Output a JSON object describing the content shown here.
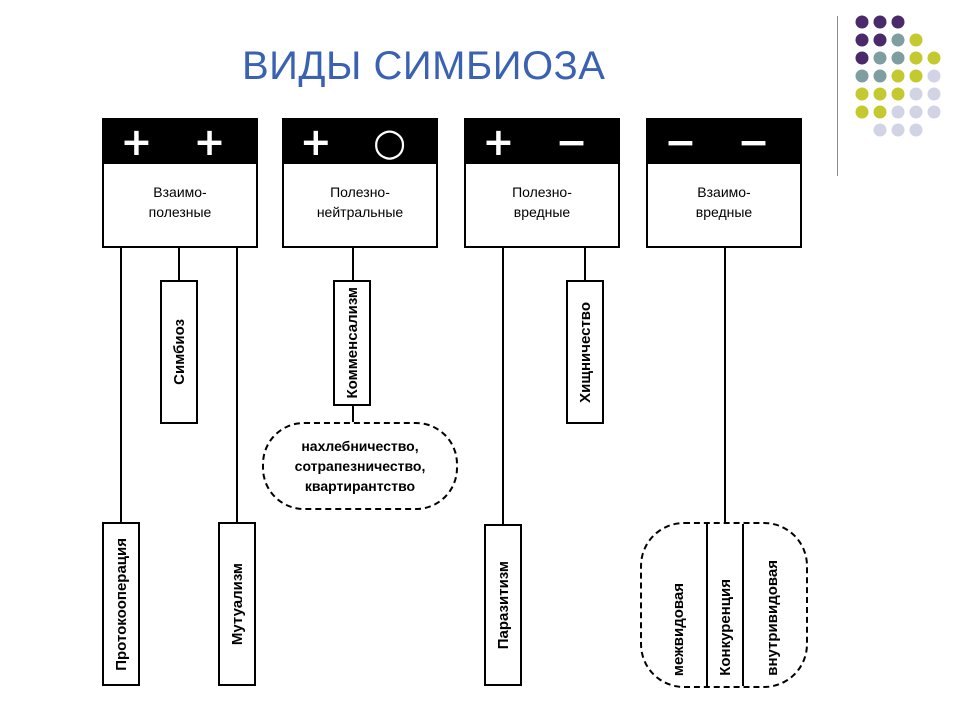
{
  "title": "ВИДЫ СИМБИОЗА",
  "categories": [
    {
      "signs": "+ +",
      "name": "Взаимо-\nполезные"
    },
    {
      "signs": "+ ○",
      "name": "Полезно-\nнейтральные"
    },
    {
      "signs": "+ −",
      "name": "Полезно-\nвредные"
    },
    {
      "signs": "− −",
      "name": "Взаимо-\nвредные"
    }
  ],
  "forms": {
    "symbiosis": "Симбиоз",
    "protocooperation": "Протокооперация",
    "mutualism": "Мутуализм",
    "commensalism": "Комменсализм",
    "commensalism_types": [
      "нахлебничество,",
      "сотрапезничество,",
      "квартирантство"
    ],
    "predation": "Хищничество",
    "parasitism": "Паразитизм",
    "competition": "Конкуренция",
    "interspecific": "межвидовая",
    "intraspecific": "внутривидовая"
  },
  "decor_colors": {
    "purple": "#4b2a6b",
    "teal": "#7f9ea0",
    "yellow": "#c3c92e",
    "lavender": "#d3d3e6"
  }
}
